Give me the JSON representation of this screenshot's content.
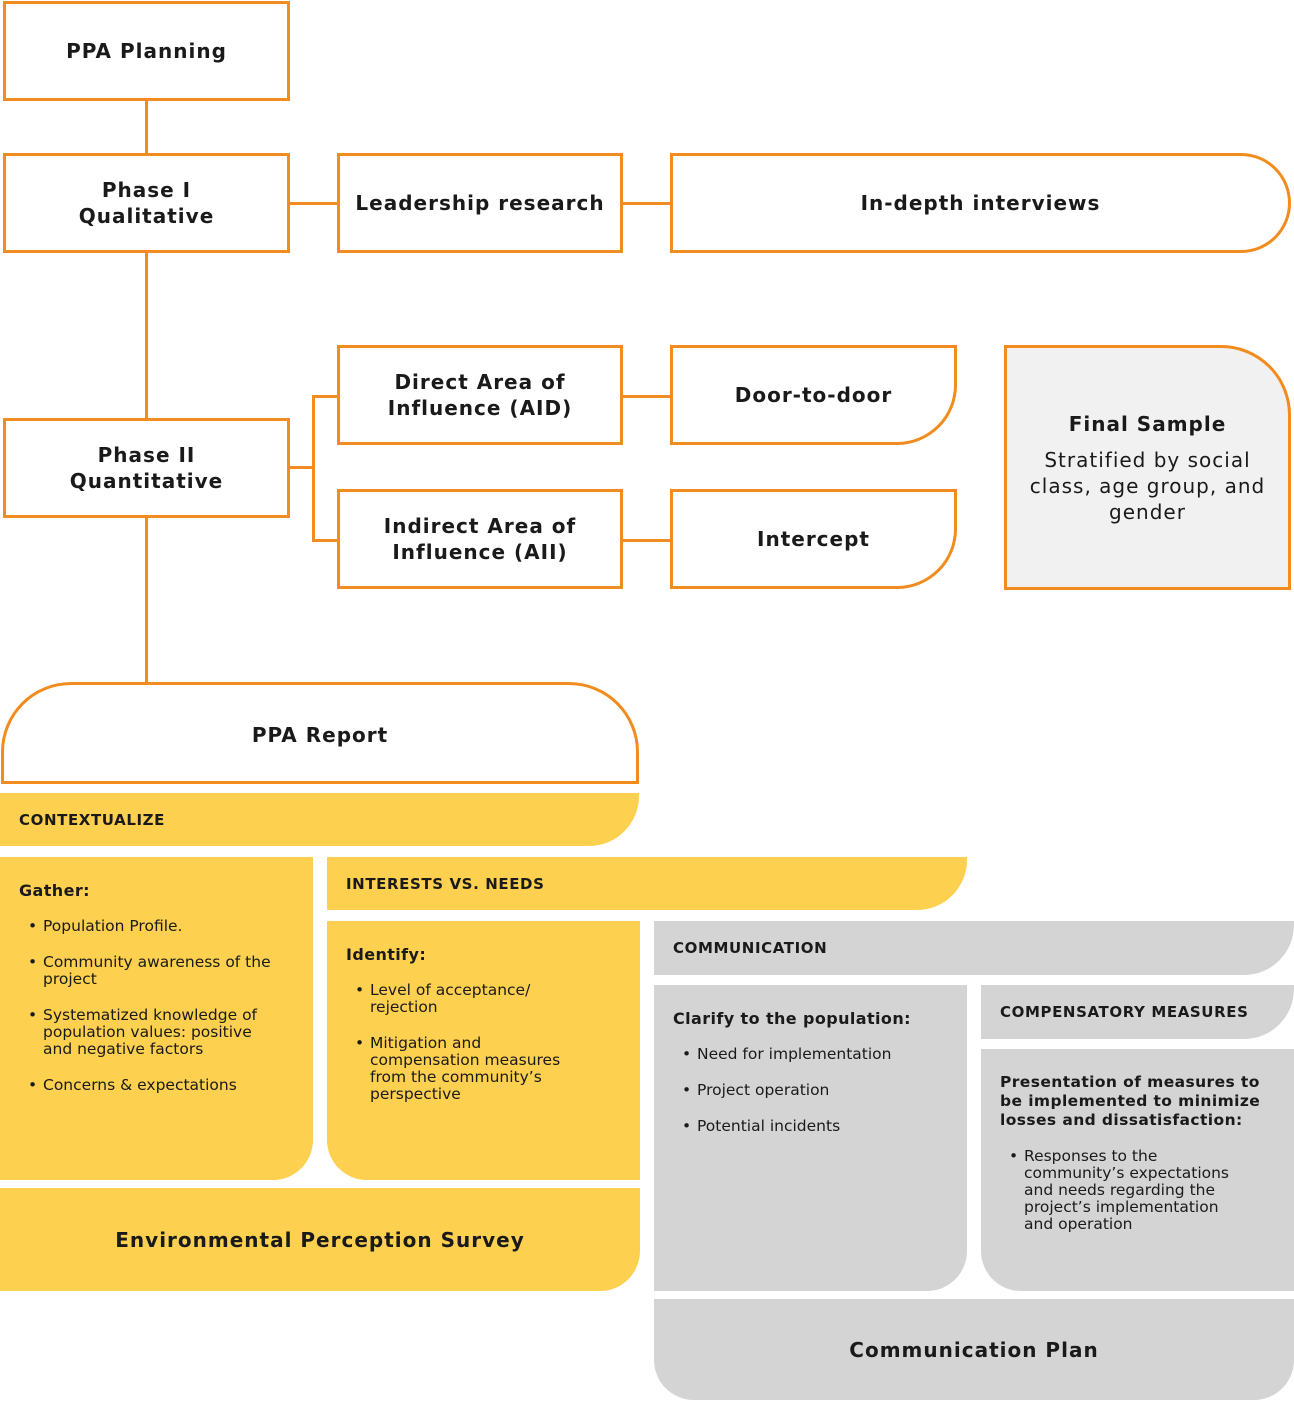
{
  "nodes": {
    "ppa_planning": "PPA Planning",
    "phase1_l1": "Phase I",
    "phase1_l2": "Qualitative",
    "leadership": "Leadership research",
    "indepth": "In-depth interviews",
    "phase2_l1": "Phase II",
    "phase2_l2": "Quantitative",
    "aid_l1": "Direct Area of",
    "aid_l2": "Influence (AID)",
    "aii_l1": "Indirect Area of",
    "aii_l2": "Influence (AII)",
    "door": "Door-to-door",
    "intercept": "Intercept",
    "final_title": "Final Sample",
    "final_desc": "Stratified by social class, age group, and gender",
    "ppa_report": "PPA Report"
  },
  "contextualize": {
    "label": "CONTEXTUALIZE",
    "heading": "Gather:",
    "items": [
      "Population Profile.",
      "Community awareness of the project",
      "Systematized knowledge of population values: positive and negative factors",
      "Concerns & expectations"
    ]
  },
  "interests": {
    "label": "INTERESTS VS. NEEDS",
    "heading": "Identify:",
    "items": [
      "Level of acceptance/ rejection",
      "Mitigation and compensation measures from the community’s perspective"
    ]
  },
  "communication": {
    "label": "COMMUNICATION",
    "heading": "Clarify to the population:",
    "items": [
      "Need for implementation",
      "Project operation",
      "Potential incidents"
    ]
  },
  "compensatory": {
    "label": "COMPENSATORY MEASURES",
    "heading": "Presentation of measures to be implemented to minimize losses and dissatisfaction:",
    "items": [
      "Responses to the community’s expectations and needs regarding the project’s implementation and operation"
    ]
  },
  "footers": {
    "survey": "Environmental Perception Survey",
    "plan": "Communication Plan"
  },
  "colors": {
    "orange": "#f28c1e",
    "yellow": "#fdd050",
    "grey": "#d4d4d4",
    "sample_bg": "#f1f1f1"
  }
}
